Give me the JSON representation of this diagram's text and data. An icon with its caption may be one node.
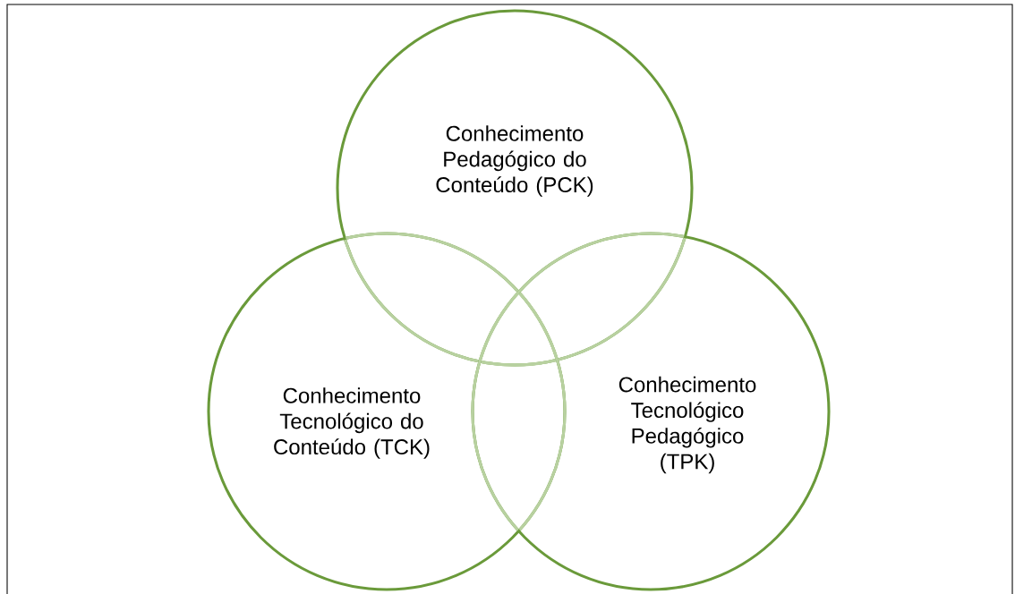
{
  "diagram": {
    "nodes": [
      {
        "text": [
          "Conhecimento Pedagógico do Conteúdo (PCK)"
        ]
      },
      {
        "text": [
          "Conhecimento Tecnológico do Conteúdo (TCK)"
        ]
      },
      {
        "text": [
          "Conhecimento Tecnológico Pedagógico (TPK)"
        ]
      }
    ]
  }
}
